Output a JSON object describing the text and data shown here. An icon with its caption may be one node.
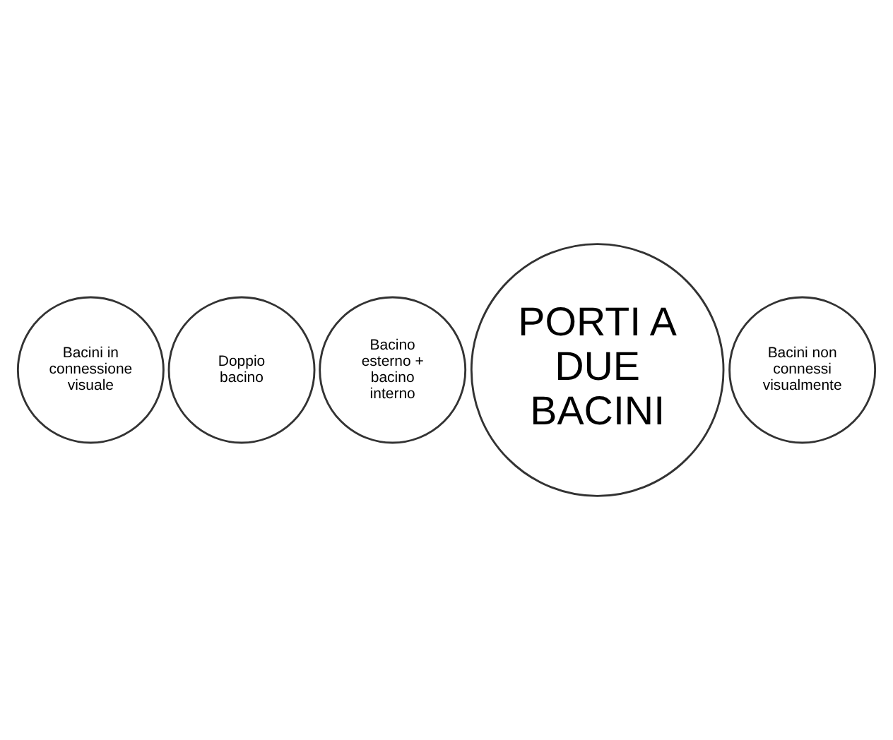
{
  "diagram": {
    "nodes": [
      {
        "text": [
          "PORTI A DUE BACINI"
        ]
      },
      {
        "text": [
          "Bacini in connessione visuale"
        ]
      },
      {
        "text": [
          "Doppio bacino"
        ]
      },
      {
        "text": [
          "Bacino esterno + bacino interno"
        ]
      },
      {
        "text": [
          "Bacini non connessi visualmente"
        ]
      }
    ]
  }
}
